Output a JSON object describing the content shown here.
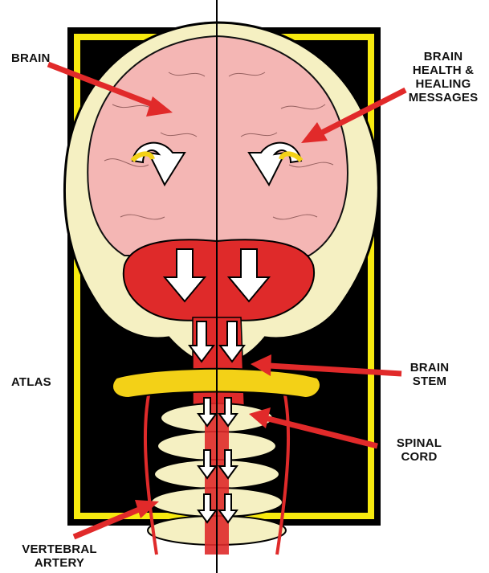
{
  "labels": {
    "brain": "BRAIN",
    "messages": [
      "BRAIN",
      "HEALTH &",
      "HEALING",
      "MESSAGES"
    ],
    "atlas": "ATLAS",
    "brain_stem": [
      "BRAIN",
      "STEM"
    ],
    "spinal_cord": [
      "SPINAL",
      "CORD"
    ],
    "vertebral_artery": [
      "VERTEBRAL",
      "ARTERY"
    ]
  },
  "colors": {
    "frame_yellow": "#f7ea0f",
    "frame_black": "#000000",
    "brain_pink": "#f4b6b4",
    "brainstem_red": "#df2a2a",
    "bone": "#f5f0c2",
    "atlas_yellow": "#f3d117",
    "arrow_red": "#e12a2a"
  }
}
